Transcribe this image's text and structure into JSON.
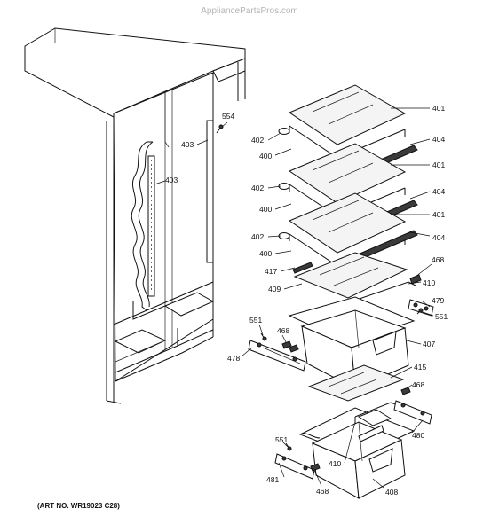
{
  "watermark": "AppliancePartsPros.com",
  "art_number": "(ART NO. WR19023 C28)",
  "callouts": [
    {
      "id": "c554",
      "text": "554"
    },
    {
      "id": "c403a",
      "text": "403"
    },
    {
      "id": "c403b",
      "text": "403"
    },
    {
      "id": "c401a",
      "text": "401"
    },
    {
      "id": "c402a",
      "text": "402"
    },
    {
      "id": "c404a",
      "text": "404"
    },
    {
      "id": "c400a",
      "text": "400"
    },
    {
      "id": "c401b",
      "text": "401"
    },
    {
      "id": "c402b",
      "text": "402"
    },
    {
      "id": "c404b",
      "text": "404"
    },
    {
      "id": "c400b",
      "text": "400"
    },
    {
      "id": "c401c",
      "text": "401"
    },
    {
      "id": "c402c",
      "text": "402"
    },
    {
      "id": "c404c",
      "text": "404"
    },
    {
      "id": "c400c",
      "text": "400"
    },
    {
      "id": "c468a",
      "text": "468"
    },
    {
      "id": "c417",
      "text": "417"
    },
    {
      "id": "c410a",
      "text": "410"
    },
    {
      "id": "c409",
      "text": "409"
    },
    {
      "id": "c479",
      "text": "479"
    },
    {
      "id": "c551a",
      "text": "551"
    },
    {
      "id": "c551b",
      "text": "551"
    },
    {
      "id": "c468b",
      "text": "468"
    },
    {
      "id": "c407",
      "text": "407"
    },
    {
      "id": "c478",
      "text": "478"
    },
    {
      "id": "c415",
      "text": "415"
    },
    {
      "id": "c468c",
      "text": "468"
    },
    {
      "id": "c480",
      "text": "480"
    },
    {
      "id": "c551c",
      "text": "551"
    },
    {
      "id": "c410b",
      "text": "410"
    },
    {
      "id": "c481",
      "text": "481"
    },
    {
      "id": "c468d",
      "text": "468"
    },
    {
      "id": "c408",
      "text": "408"
    }
  ]
}
